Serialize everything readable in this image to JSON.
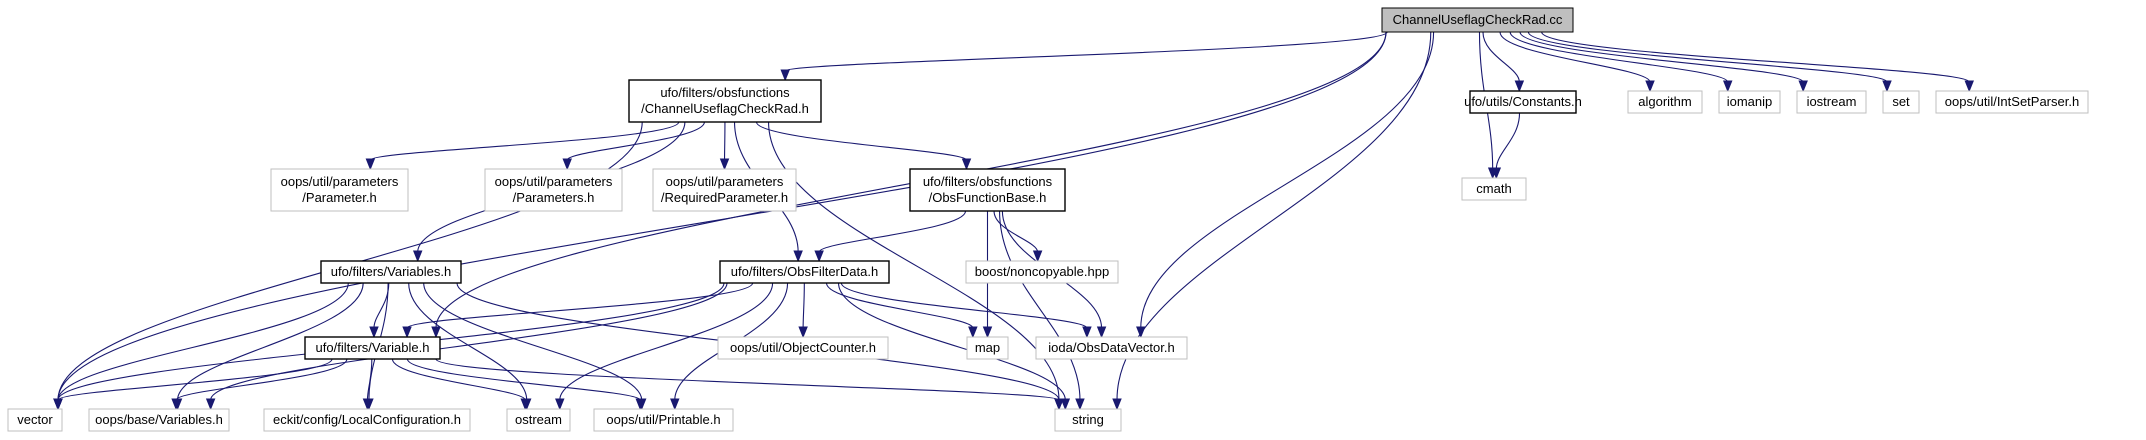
{
  "nodes": [
    {
      "id": "root",
      "kind": "root",
      "lines": [
        "ChannelUseflagCheckRad.cc"
      ]
    },
    {
      "id": "cucr_h",
      "kind": "main",
      "lines": [
        "ufo/filters/obsfunctions",
        "/ChannelUseflagCheckRad.h"
      ]
    },
    {
      "id": "constants",
      "kind": "main",
      "lines": [
        "ufo/utils/Constants.h"
      ]
    },
    {
      "id": "algorithm",
      "kind": "ext",
      "lines": [
        "algorithm"
      ]
    },
    {
      "id": "iomanip",
      "kind": "ext",
      "lines": [
        "iomanip"
      ]
    },
    {
      "id": "iostream",
      "kind": "ext",
      "lines": [
        "iostream"
      ]
    },
    {
      "id": "set",
      "kind": "ext",
      "lines": [
        "set"
      ]
    },
    {
      "id": "intsetparser",
      "kind": "ext",
      "lines": [
        "oops/util/IntSetParser.h"
      ]
    },
    {
      "id": "cmath",
      "kind": "ext",
      "lines": [
        "cmath"
      ]
    },
    {
      "id": "parameter",
      "kind": "ext",
      "lines": [
        "oops/util/parameters",
        "/Parameter.h"
      ]
    },
    {
      "id": "parameters",
      "kind": "ext",
      "lines": [
        "oops/util/parameters",
        "/Parameters.h"
      ]
    },
    {
      "id": "requiredparam",
      "kind": "ext",
      "lines": [
        "oops/util/parameters",
        "/RequiredParameter.h"
      ]
    },
    {
      "id": "obsfuncbase",
      "kind": "main",
      "lines": [
        "ufo/filters/obsfunctions",
        "/ObsFunctionBase.h"
      ]
    },
    {
      "id": "variables_h",
      "kind": "main",
      "lines": [
        "ufo/filters/Variables.h"
      ]
    },
    {
      "id": "obsfilterdata",
      "kind": "main",
      "lines": [
        "ufo/filters/ObsFilterData.h"
      ]
    },
    {
      "id": "noncopyable",
      "kind": "ext",
      "lines": [
        "boost/noncopyable.hpp"
      ]
    },
    {
      "id": "variable_h",
      "kind": "main",
      "lines": [
        "ufo/filters/Variable.h"
      ]
    },
    {
      "id": "objectcounter",
      "kind": "ext",
      "lines": [
        "oops/util/ObjectCounter.h"
      ]
    },
    {
      "id": "map",
      "kind": "ext",
      "lines": [
        "map"
      ]
    },
    {
      "id": "obsdatavector",
      "kind": "ext",
      "lines": [
        "ioda/ObsDataVector.h"
      ]
    },
    {
      "id": "vector",
      "kind": "ext",
      "lines": [
        "vector"
      ]
    },
    {
      "id": "oopsvariables",
      "kind": "ext",
      "lines": [
        "oops/base/Variables.h"
      ]
    },
    {
      "id": "localconfig",
      "kind": "ext",
      "lines": [
        "eckit/config/LocalConfiguration.h"
      ]
    },
    {
      "id": "ostream",
      "kind": "ext",
      "lines": [
        "ostream"
      ]
    },
    {
      "id": "printable",
      "kind": "ext",
      "lines": [
        "oops/util/Printable.h"
      ]
    },
    {
      "id": "string",
      "kind": "ext",
      "lines": [
        "string"
      ]
    }
  ],
  "edges": [
    [
      "root",
      "cucr_h"
    ],
    [
      "root",
      "constants"
    ],
    [
      "root",
      "algorithm"
    ],
    [
      "root",
      "iomanip"
    ],
    [
      "root",
      "iostream"
    ],
    [
      "root",
      "set"
    ],
    [
      "root",
      "intsetparser"
    ],
    [
      "root",
      "cmath"
    ],
    [
      "root",
      "vector"
    ],
    [
      "root",
      "variable_h"
    ],
    [
      "root",
      "obsdatavector"
    ],
    [
      "root",
      "string"
    ],
    [
      "constants",
      "cmath"
    ],
    [
      "cucr_h",
      "vector"
    ],
    [
      "cucr_h",
      "parameter"
    ],
    [
      "cucr_h",
      "parameters"
    ],
    [
      "cucr_h",
      "requiredparam"
    ],
    [
      "cucr_h",
      "obsfuncbase"
    ],
    [
      "cucr_h",
      "variables_h"
    ],
    [
      "cucr_h",
      "obsfilterdata"
    ],
    [
      "cucr_h",
      "string"
    ],
    [
      "obsfuncbase",
      "obsfilterdata"
    ],
    [
      "obsfuncbase",
      "noncopyable"
    ],
    [
      "obsfuncbase",
      "map"
    ],
    [
      "obsfuncbase",
      "obsdatavector"
    ],
    [
      "obsfuncbase",
      "string"
    ],
    [
      "variables_h",
      "variable_h"
    ],
    [
      "variables_h",
      "vector"
    ],
    [
      "variables_h",
      "oopsvariables"
    ],
    [
      "variables_h",
      "localconfig"
    ],
    [
      "variables_h",
      "ostream"
    ],
    [
      "variables_h",
      "printable"
    ],
    [
      "variables_h",
      "string"
    ],
    [
      "obsfilterdata",
      "variable_h"
    ],
    [
      "obsfilterdata",
      "vector"
    ],
    [
      "obsfilterdata",
      "objectcounter"
    ],
    [
      "obsfilterdata",
      "map"
    ],
    [
      "obsfilterdata",
      "obsdatavector"
    ],
    [
      "obsfilterdata",
      "ostream"
    ],
    [
      "obsfilterdata",
      "printable"
    ],
    [
      "obsfilterdata",
      "string"
    ],
    [
      "obsfilterdata",
      "oopsvariables"
    ],
    [
      "variable_h",
      "vector"
    ],
    [
      "variable_h",
      "oopsvariables"
    ],
    [
      "variable_h",
      "localconfig"
    ],
    [
      "variable_h",
      "ostream"
    ],
    [
      "variable_h",
      "printable"
    ],
    [
      "variable_h",
      "string"
    ]
  ]
}
